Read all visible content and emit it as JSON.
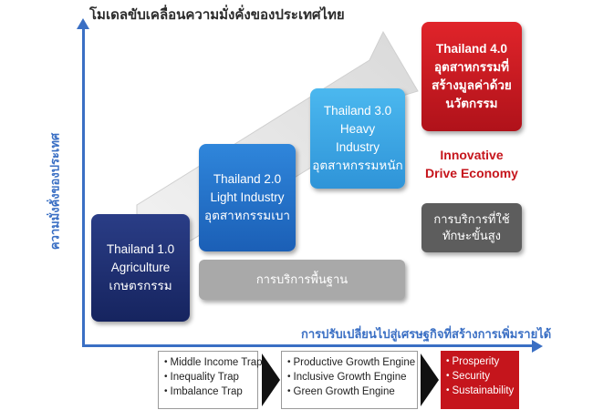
{
  "title": "โมเดลขับเคลื่อนความมั่งคั่งของประเทศไทย",
  "y_axis_label": "ความมั่งคั่งของประเทศ",
  "x_axis_label": "การปรับเปลี่ยนไปสู่เศรษฐกิจที่สร้างการเพิ่มรายได้",
  "stages": [
    {
      "lines": [
        "Thailand 1.0",
        "Agriculture",
        "เกษตรกรรม"
      ],
      "color": "#1c2b6e"
    },
    {
      "lines": [
        "Thailand 2.0",
        "Light Industry",
        "อุตสาหกรรมเบา"
      ],
      "color": "#2374c9"
    },
    {
      "lines": [
        "Thailand 3.0",
        "Heavy",
        "Industry",
        "อุตสาหกรรมหนัก"
      ],
      "color": "#3aa6e4"
    },
    {
      "lines": [
        "Thailand 4.0",
        "อุตสาหกรรมที่",
        "สร้างมูลค่าด้วย",
        "นวัตกรรม"
      ],
      "color": "#c8161d"
    }
  ],
  "basic_services": "การบริการพื้นฐาน",
  "innovative": [
    "Innovative",
    "Drive Economy"
  ],
  "advanced_services": [
    "การบริการที่ใช้",
    "ทักษะขั้นสูง"
  ],
  "traps": [
    "Middle Income Trap",
    "Inequality Trap",
    "Imbalance Trap"
  ],
  "engines": [
    "Productive Growth Engine",
    "Inclusive Growth Engine",
    "Green Growth Engine"
  ],
  "outcomes": [
    "Prosperity",
    "Security",
    "Sustainability"
  ],
  "colors": {
    "axis": "#3a6fc4",
    "accent_red": "#c6151c",
    "arrow": "#e2e2e2"
  }
}
